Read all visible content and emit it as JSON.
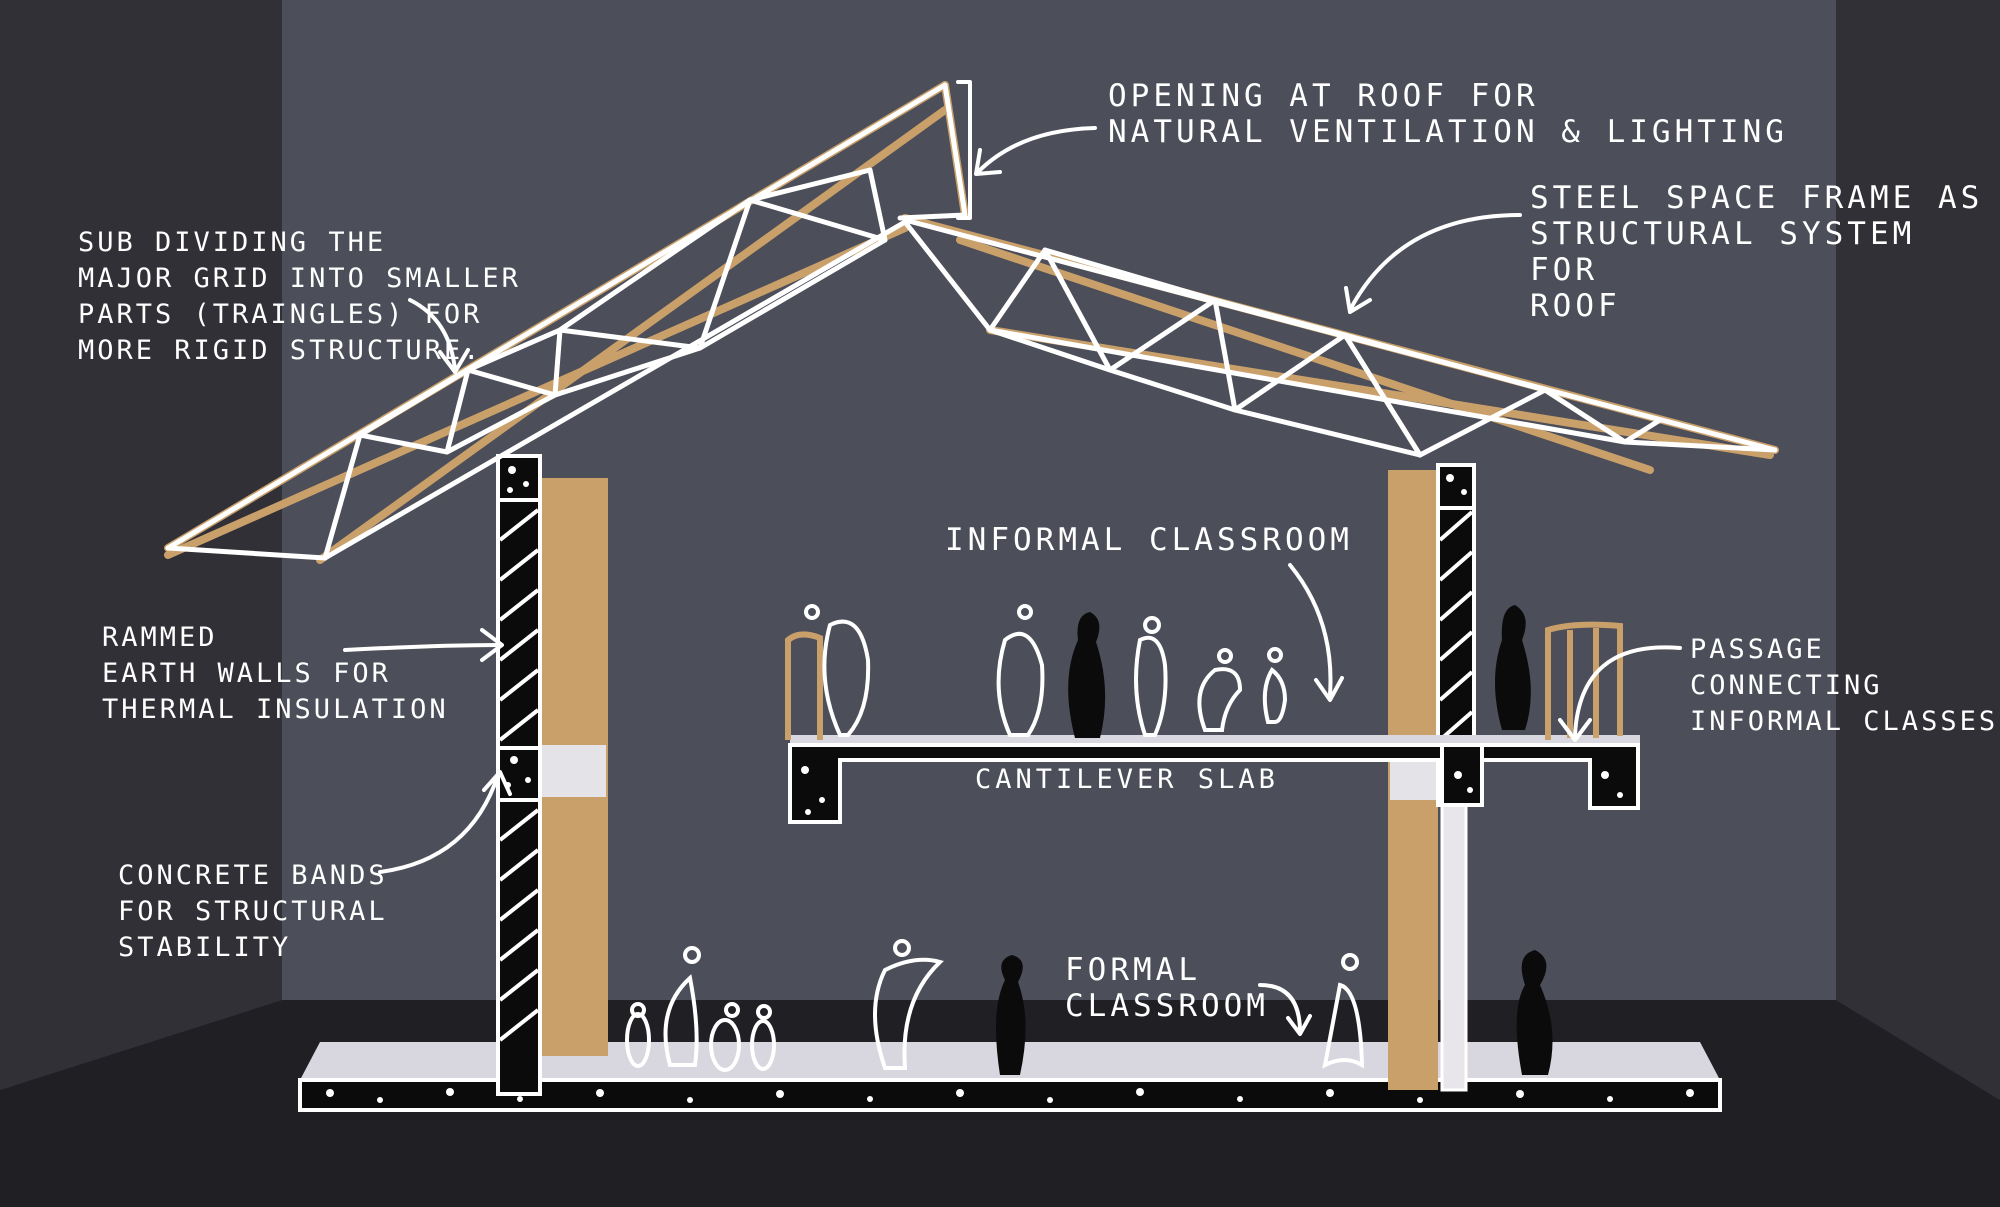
{
  "annotations": {
    "roof_opening": "OPENING AT ROOF FOR\nNATURAL VENTILATION & LIGHTING",
    "space_frame": "STEEL SPACE FRAME AS\nSTRUCTURAL SYSTEM FOR\nROOF",
    "subdividing": "SUB DIVIDING THE\nMAJOR GRID INTO SMALLER\nPARTS (TRAINGLES) FOR\nMORE RIGID STRUCTURE.",
    "rammed_earth": "RAMMED\nEARTH WALLS FOR\nTHERMAL INSULATION",
    "concrete_bands": "CONCRETE BANDS\nFOR STRUCTURAL\nSTABILITY",
    "informal_classroom": "INFORMAL CLASSROOM",
    "cantilever_slab": "CANTILEVER SLAB",
    "passage": "PASSAGE\nCONNECTING\nINFORMAL CLASSES",
    "formal_classroom": "FORMAL\nCLASSROOM"
  },
  "colors": {
    "back_wall": "#4c4e59",
    "side_wall": "#303036",
    "floor": "#1e1e22",
    "wood": "#c9a06a",
    "ink": "#ffffff",
    "black_fill": "#0b0b0b"
  }
}
